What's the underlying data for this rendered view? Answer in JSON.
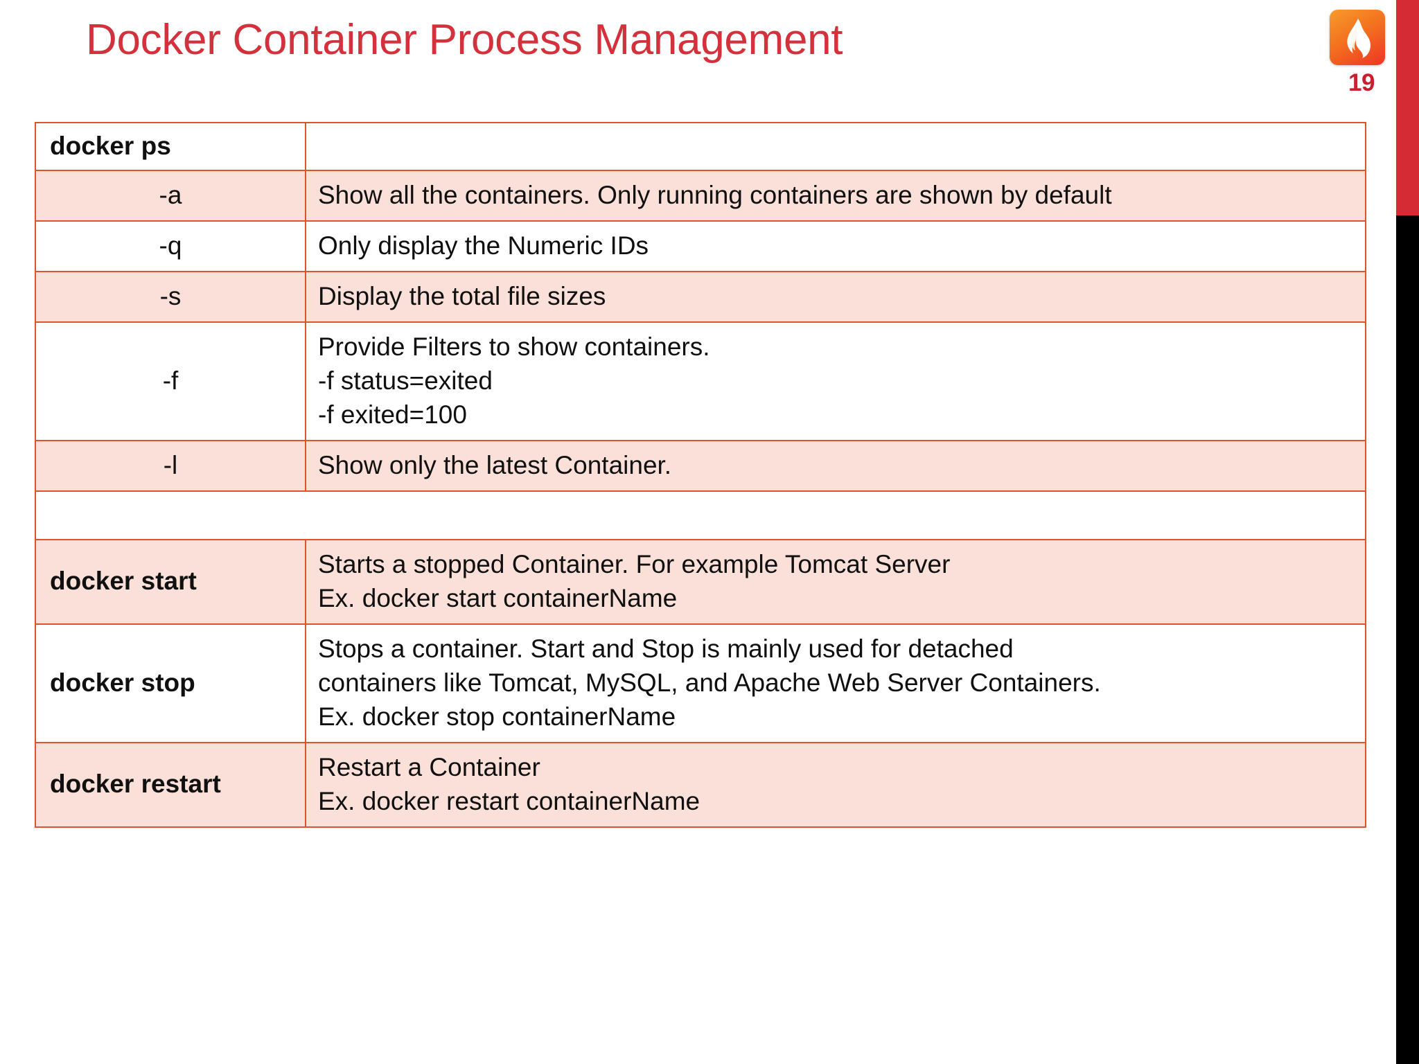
{
  "slide": {
    "title": "Docker Container Process Management",
    "page_number": "19",
    "title_color": "#D3313B",
    "accent_color": "#DE5329",
    "shade_color": "#FAE0D8",
    "edge_bar_red": "#D52B35",
    "edge_bar_black": "#000000",
    "logo_name": "flame-logo"
  },
  "table": {
    "rows": [
      {
        "type": "command-header",
        "shaded": false,
        "key": "docker ps",
        "key_bold": true,
        "desc_lines": []
      },
      {
        "type": "option",
        "shaded": true,
        "key": "-a",
        "key_bold": false,
        "desc_lines": [
          "Show all the containers. Only running containers are shown by default"
        ]
      },
      {
        "type": "option",
        "shaded": false,
        "key": "-q",
        "key_bold": false,
        "desc_lines": [
          "Only display the Numeric IDs"
        ]
      },
      {
        "type": "option",
        "shaded": true,
        "key": "-s",
        "key_bold": false,
        "desc_lines": [
          "Display the total file sizes"
        ]
      },
      {
        "type": "option",
        "shaded": false,
        "key": "-f",
        "key_bold": false,
        "desc_lines": [
          "Provide Filters to show containers.",
          "-f status=exited",
          "-f exited=100"
        ]
      },
      {
        "type": "option",
        "shaded": true,
        "key": "-l",
        "key_bold": false,
        "desc_lines": [
          "Show only the latest Container."
        ]
      },
      {
        "type": "spacer",
        "shaded": false,
        "key": "",
        "key_bold": false,
        "desc_lines": []
      },
      {
        "type": "command",
        "shaded": true,
        "key": "docker start",
        "key_bold": true,
        "desc_lines": [
          "Starts a stopped Container. For example Tomcat Server",
          "Ex. docker start containerName"
        ]
      },
      {
        "type": "command",
        "shaded": false,
        "key": "docker stop",
        "key_bold": true,
        "desc_lines": [
          "Stops a container. Start and Stop is mainly used for detached",
          "containers like Tomcat, MySQL, and Apache Web Server Containers.",
          "Ex. docker stop containerName"
        ]
      },
      {
        "type": "command",
        "shaded": true,
        "key": "docker restart",
        "key_bold": true,
        "desc_lines": [
          "Restart a Container",
          "Ex. docker restart containerName"
        ]
      }
    ]
  }
}
